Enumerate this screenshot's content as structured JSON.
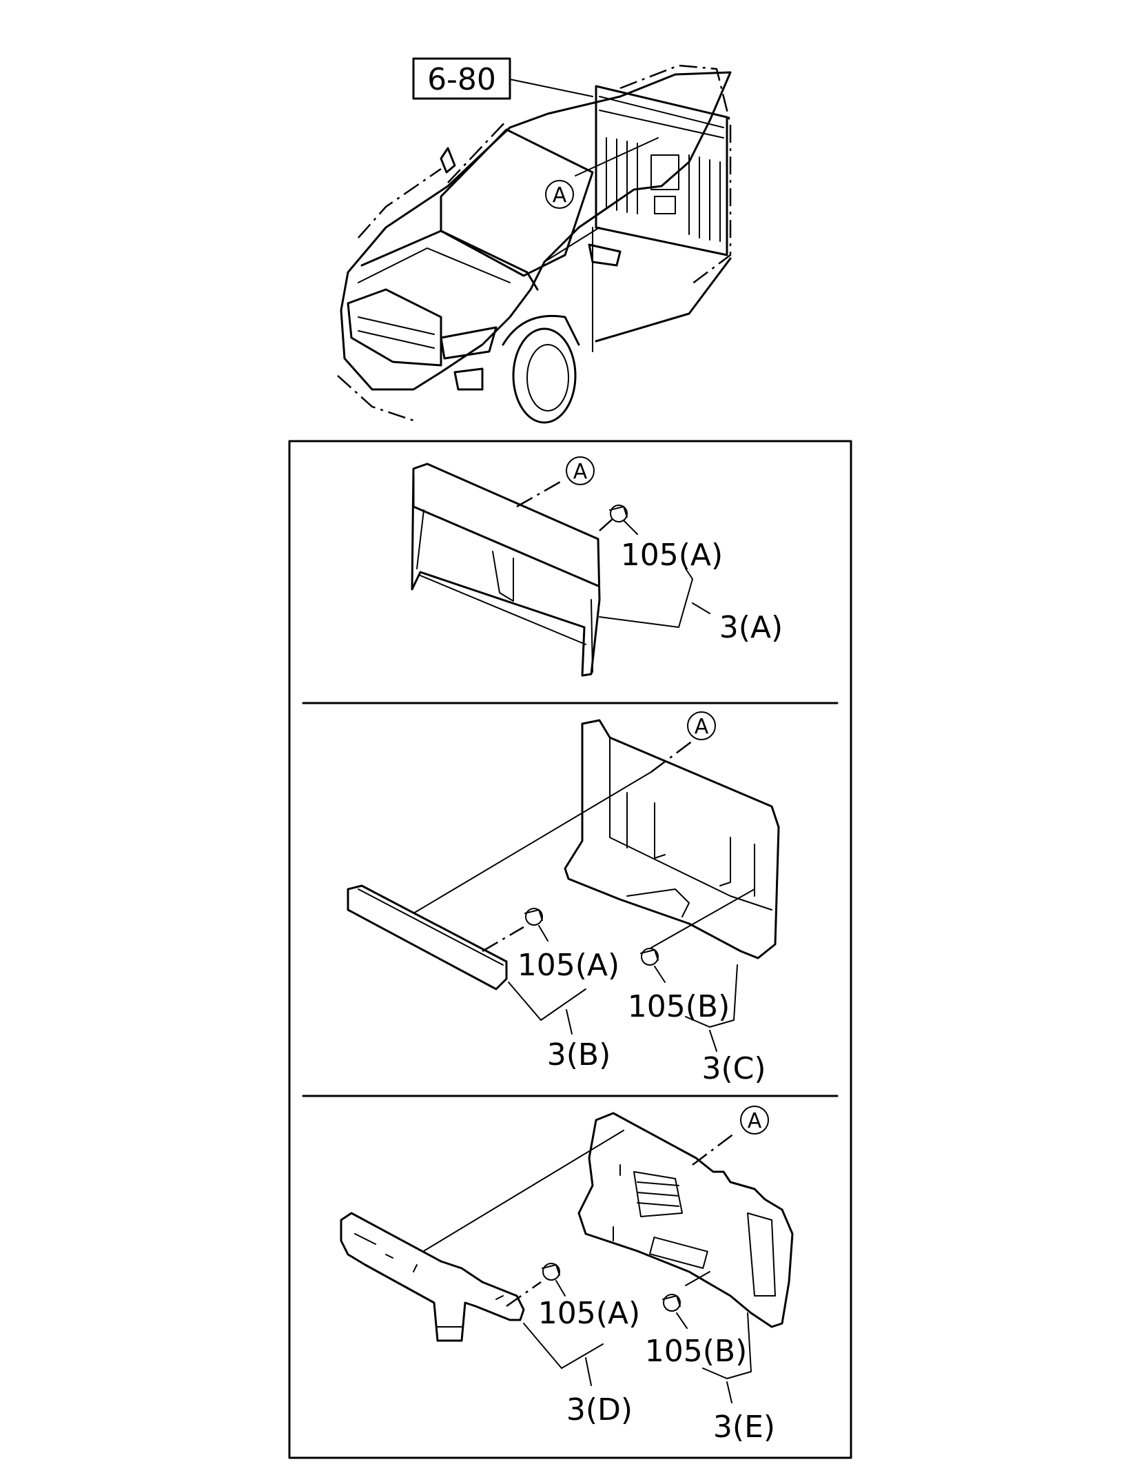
{
  "diagram": {
    "section_ref": "6-80",
    "view_marker": "A",
    "panel_a": {
      "marker": "A",
      "labels": [
        "105(A)",
        "3(A)"
      ]
    },
    "panel_b": {
      "marker": "A",
      "labels": [
        "105(A)",
        "3(B)",
        "105(B)",
        "3(C)"
      ]
    },
    "panel_c": {
      "marker": "A",
      "labels": [
        "105(A)",
        "3(D)",
        "105(B)",
        "3(E)"
      ]
    }
  },
  "colors": {
    "line": "#000000",
    "background": "#ffffff"
  }
}
